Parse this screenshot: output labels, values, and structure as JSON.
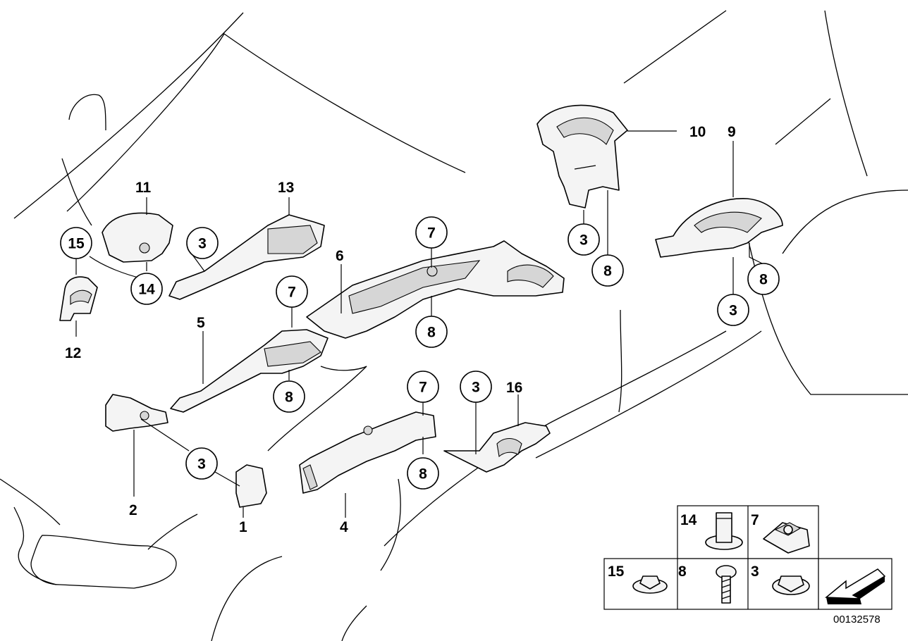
{
  "diagram": {
    "document_number": "00132578",
    "part_labels": {
      "p1": "1",
      "p2": "2",
      "p4": "4",
      "p5": "5",
      "p6": "6",
      "p9": "9",
      "p10": "10",
      "p11": "11",
      "p12": "12",
      "p13": "13",
      "p16": "16"
    },
    "circled_labels": {
      "c15": "15",
      "c14": "14",
      "c3a": "3",
      "c7a": "7",
      "c7b": "7",
      "c8a": "8",
      "c8b": "8",
      "c3b": "3",
      "c8c": "8",
      "c8d": "8",
      "c3c": "3",
      "c3d": "3",
      "c7c": "7",
      "c8e": "8",
      "c3e": "3"
    },
    "legend": {
      "cell14": "14",
      "cell7": "7",
      "cell15": "15",
      "cell8": "8",
      "cell3": "3"
    }
  }
}
